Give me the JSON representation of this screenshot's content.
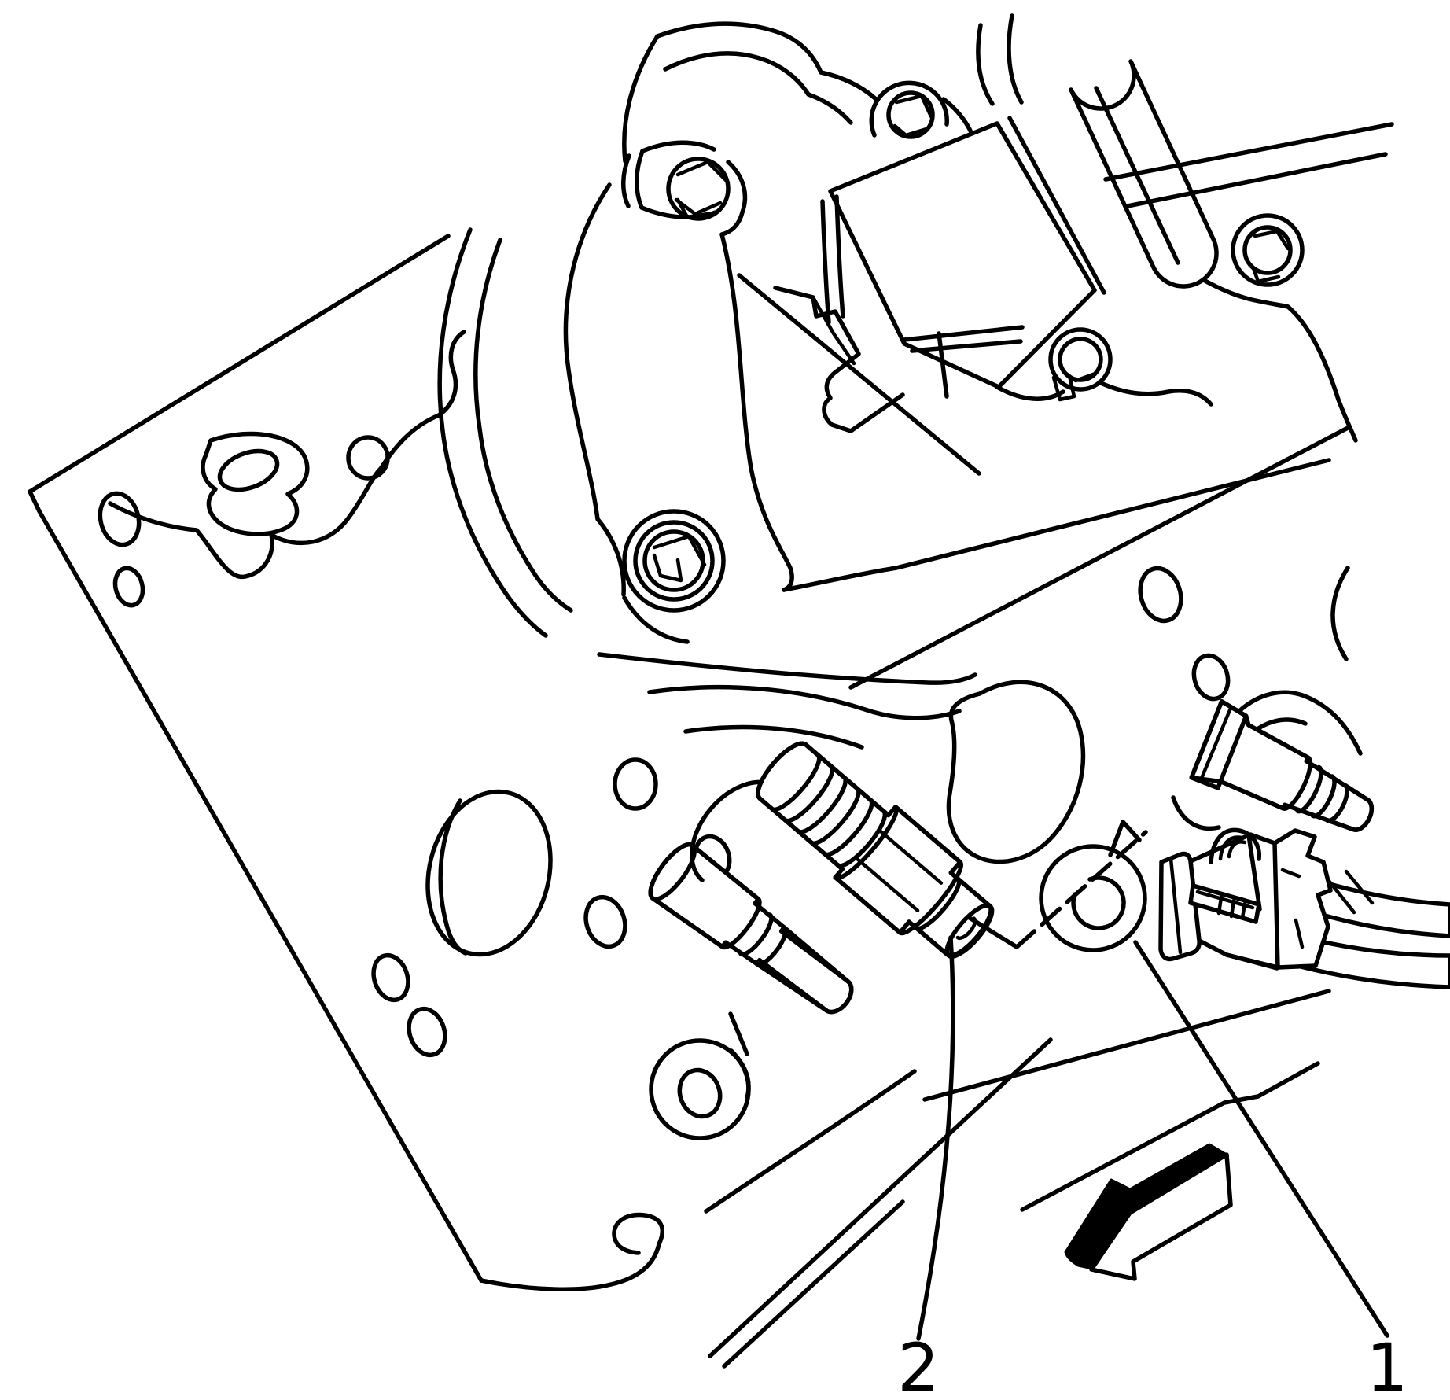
{
  "figure": {
    "type": "technical-line-illustration",
    "background_color": "#ffffff",
    "line_color": "#000000",
    "callouts": [
      {
        "label": "1"
      },
      {
        "label": "2"
      }
    ],
    "direction_arrow": {
      "style": "3d-block-arrow",
      "points": "down-left"
    }
  }
}
